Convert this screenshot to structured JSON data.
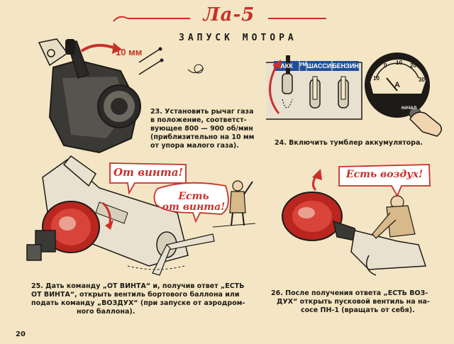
{
  "header": {
    "handwritten_title": "Ла-5",
    "section_title": "ЗАПУСК МОТОРА"
  },
  "step23": {
    "caption_lines": [
      "23. Установить рычаг газа",
      "в положение, соответст-",
      "вующее 800 — 900 об/мин",
      "(приблизительно на 10 мм",
      "от упора малого газа)."
    ],
    "dimension_label": "10 мм"
  },
  "step24": {
    "caption": "24. Включить тумблер аккумулятора.",
    "panel_labels": [
      "АКК",
      "УМ",
      "ШАССИ",
      "БЕНЗИН"
    ],
    "gauge": {
      "ticks": [
        "0",
        "10",
        "20",
        "30"
      ],
      "left_tick": "10",
      "unit": "А",
      "knob_label": "НАЧАЛ"
    }
  },
  "step25": {
    "caption_lines": [
      "25. Дать команду „ОТ ВИНТА“ и, получив ответ „ЕСТЬ",
      "ОТ ВИНТА“, открыть вентиль бортового баллона или",
      "подать команду „ВОЗДУХ“ (при запуске от аэродром-",
      "ного баллона)."
    ],
    "bubble_command": "От винта!",
    "bubble_reply_lines": [
      "Есть",
      "от винта!"
    ]
  },
  "step26": {
    "caption_lines": [
      "26. После получения ответа „ЕСТЬ ВОЗ-",
      "ДУХ“ открыть пусковой вентиль на на-",
      "сосе ПН-1 (вращать от себя)."
    ],
    "bubble": "Есть воздух!"
  },
  "page_number": "20",
  "colors": {
    "paper": "#f4e6c4",
    "accent_red": "#c9302a",
    "ink": "#1d1a17",
    "panel_blue": "#1f4f9a"
  }
}
